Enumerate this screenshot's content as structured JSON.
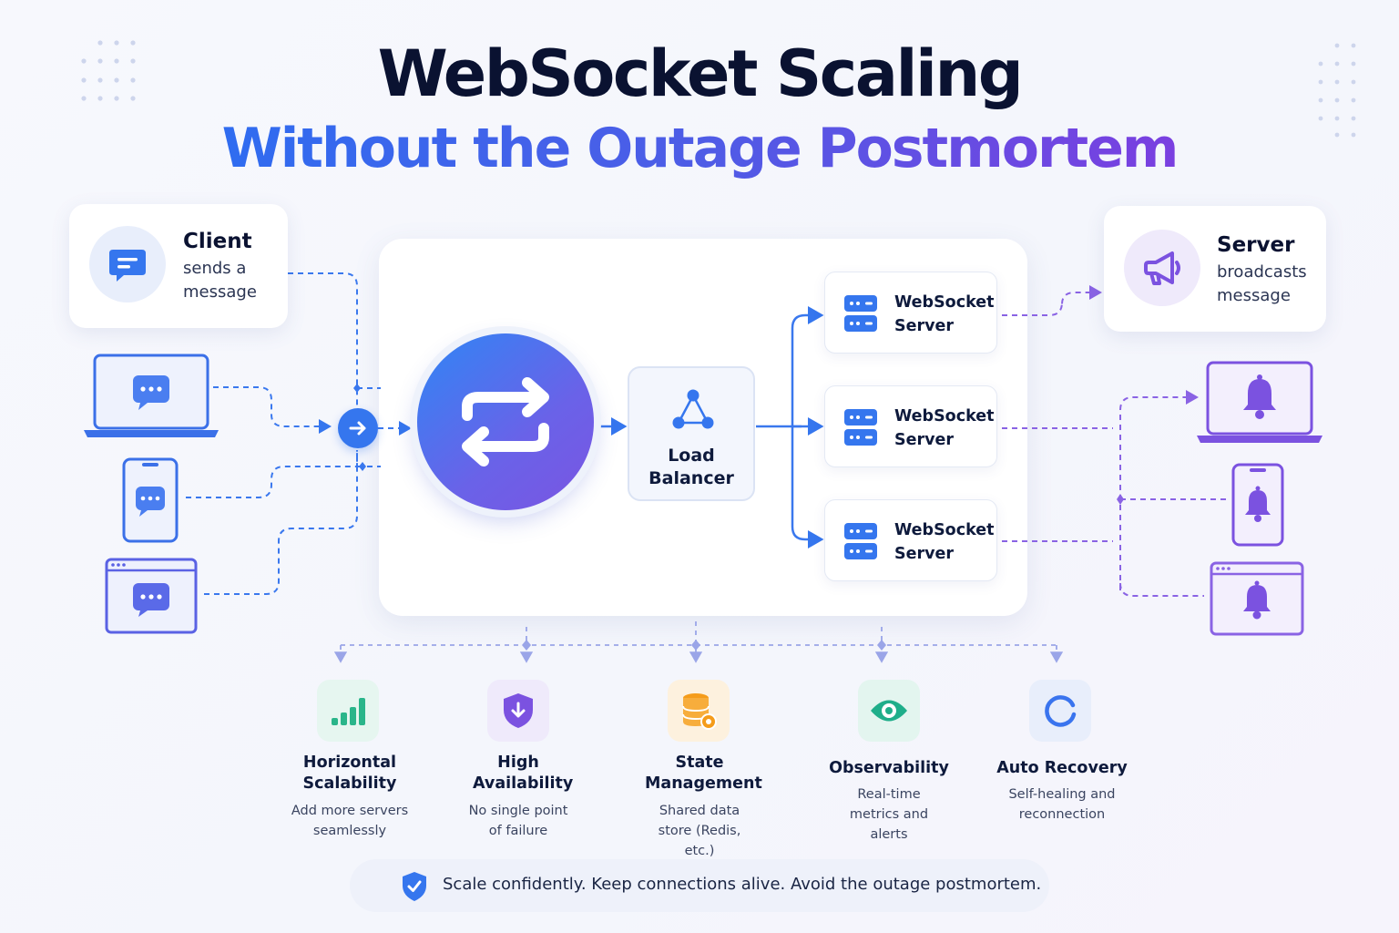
{
  "title": {
    "line1": "WebSocket Scaling",
    "line2": "Without the Outage Postmortem"
  },
  "client_callout": {
    "title": "Client",
    "subtitle": "sends a message",
    "icon": "chat-bubble-icon"
  },
  "server_callout": {
    "title": "Server",
    "subtitle": "broadcasts message",
    "icon": "megaphone-icon"
  },
  "client_devices": [
    "laptop-chat-icon",
    "phone-chat-icon",
    "browser-chat-icon"
  ],
  "receiver_devices": [
    "laptop-bell-icon",
    "phone-bell-icon",
    "browser-bell-icon"
  ],
  "gateway": {
    "icon": "bidirectional-arrows-icon"
  },
  "load_balancer": {
    "label": "Load Balancer",
    "icon": "network-nodes-icon"
  },
  "ws_servers": [
    {
      "label": "WebSocket Server"
    },
    {
      "label": "WebSocket Server"
    },
    {
      "label": "WebSocket Server"
    }
  ],
  "features": [
    {
      "title": "Horizontal Scalability",
      "subtitle": "Add more servers seamlessly",
      "icon": "bar-chart-icon",
      "color": "#2ab58a",
      "bg": "#e6f6f0"
    },
    {
      "title": "High Availability",
      "subtitle": "No single point of failure",
      "icon": "shield-check-icon",
      "color": "#7b52e0",
      "bg": "#efeafb"
    },
    {
      "title": "State Management",
      "subtitle": "Shared data store (Redis, etc.)",
      "icon": "database-icon",
      "color": "#f59c1a",
      "bg": "#fdf1de"
    },
    {
      "title": "Observability",
      "subtitle": "Real-time metrics and alerts",
      "icon": "eye-icon",
      "color": "#1fae8a",
      "bg": "#e3f5ef"
    },
    {
      "title": "Auto Recovery",
      "subtitle": "Self-healing and reconnection",
      "icon": "refresh-icon",
      "color": "#3a74ee",
      "bg": "#e8eefb"
    }
  ],
  "banner": {
    "text": "Scale confidently. Keep connections alive. Avoid the outage postmortem.",
    "icon": "shield-check-icon"
  },
  "colors": {
    "blue": "#3576ee",
    "purple": "#7b52e0",
    "navy": "#0a1231"
  }
}
